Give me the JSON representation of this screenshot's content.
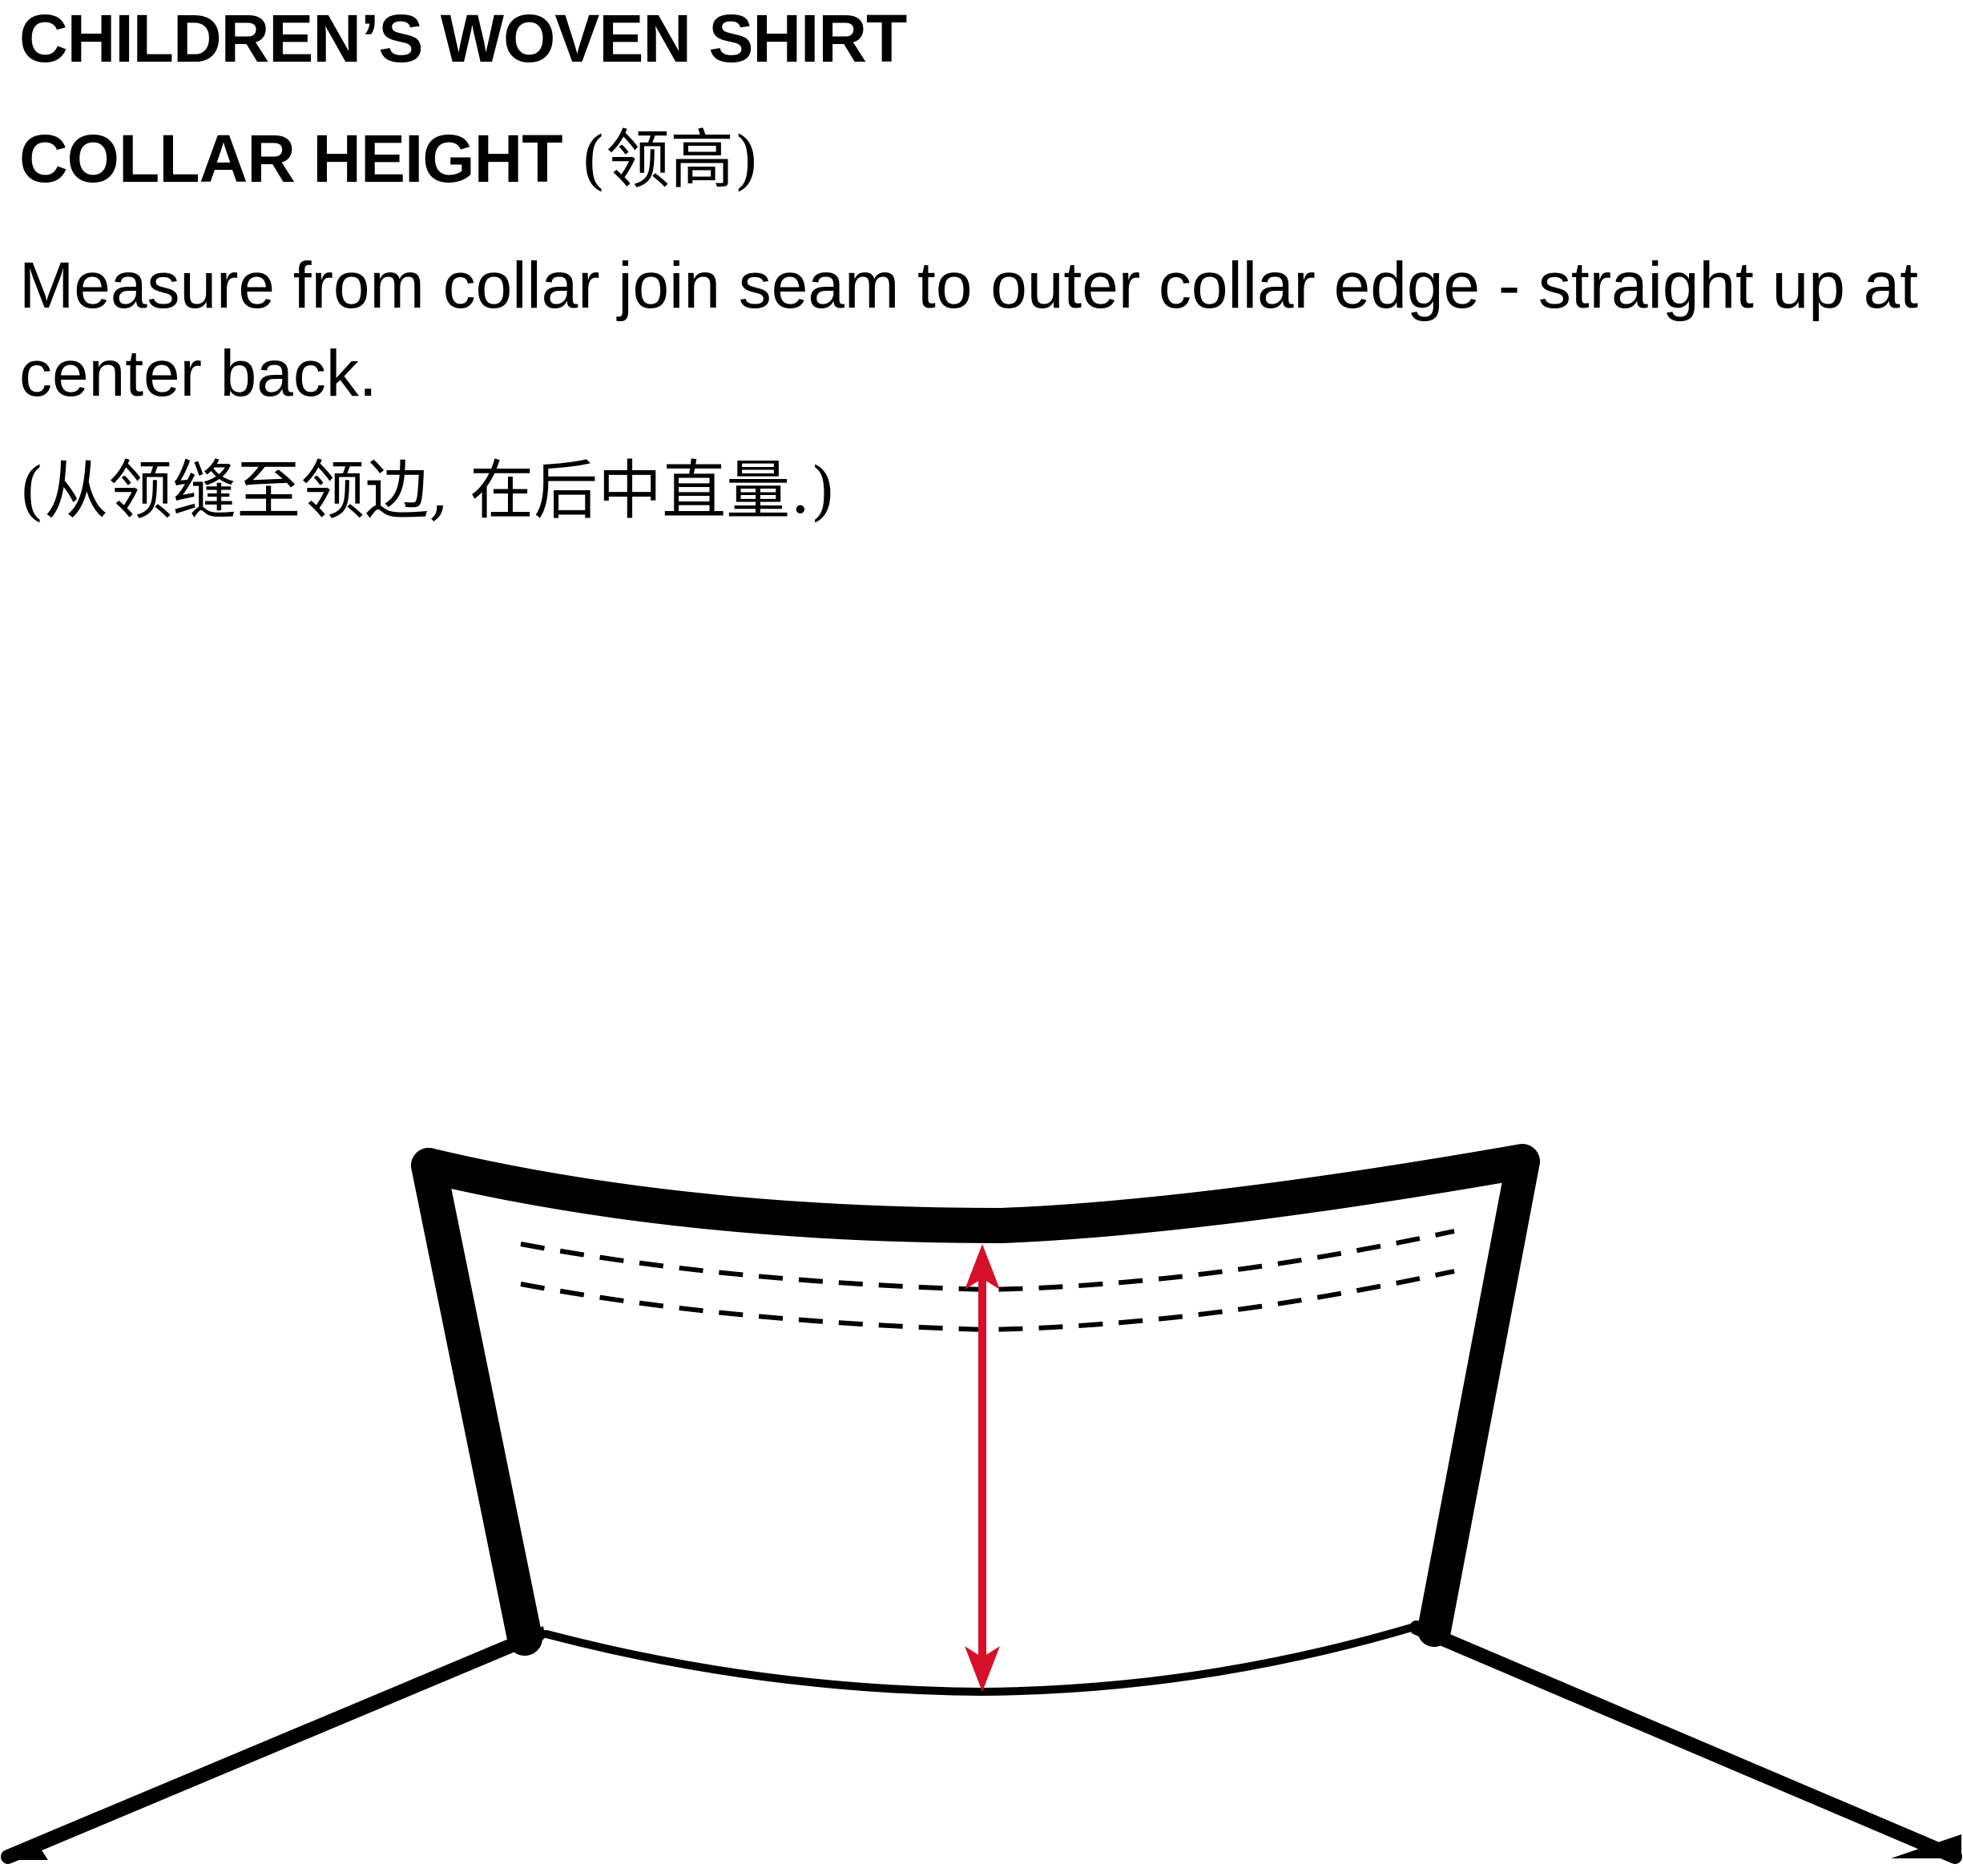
{
  "header": {
    "title": "CHILDREN’S WOVEN SHIRT",
    "subtitle_bold": "COLLAR HEIGHT",
    "subtitle_cn": "(领高)"
  },
  "instructions": {
    "en": "Measure from collar join seam to outer collar edge - straight up at center back.",
    "cn": "(从领缝至领边, 在后中直量.)"
  },
  "diagram": {
    "subject": "shirt collar, center back view",
    "outline_color": "#000000",
    "measure_arrow_color": "#d7102a",
    "stitching": "double dashed topstitch line"
  }
}
